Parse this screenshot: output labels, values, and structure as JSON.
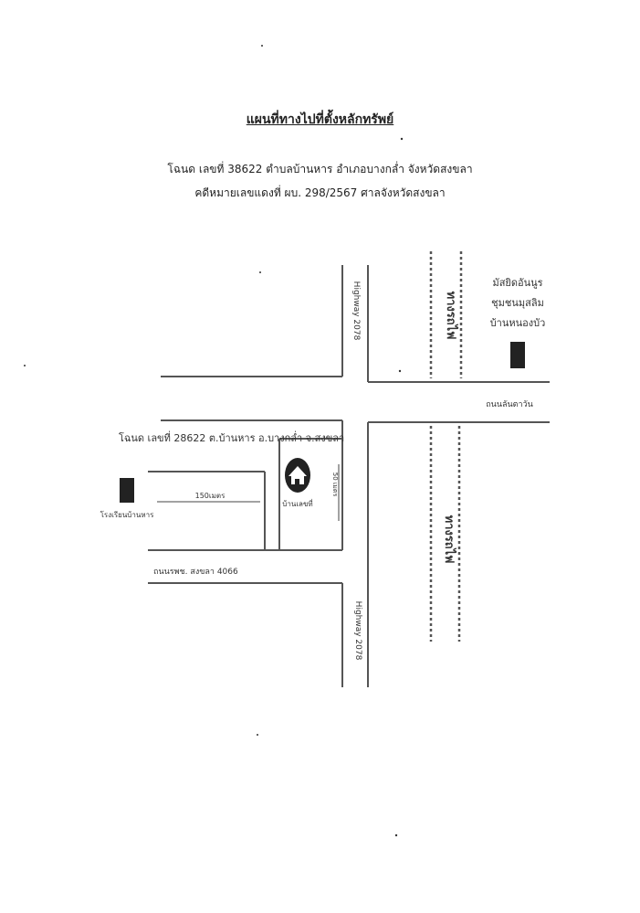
{
  "document": {
    "title": "แผนที่ทางไปที่ตั้งหลักทรัพย์",
    "deed_line": "โฉนด เลขที่  38622  ตำบลบ้านหาร อำเภอบางกล่ำ จังหวัดสงขลา",
    "case_line": "คดีหมายเลขแดงที่ ผบ. 298/2567   ศาลจังหวัดสงขลา"
  },
  "map": {
    "highway_label_top": "Highway 2078",
    "highway_label_bottom": "Highway 2078",
    "railway_label_top": "ทางรถไฟ",
    "railway_label_bottom": "ทางรถไฟ",
    "landmark_top_right": [
      "มัสยิดอันนูร",
      "ชุมชนมุสลิม",
      "บ้านหนองบัว"
    ],
    "main_road_label": "ถนนลันตาวัน",
    "plot_label": "โฉนด เลขที่  28622  ต.บ้านหาร อ.บางกล่ำ จ.สงขลา",
    "school_label": "โรงเรียนบ้านหาร",
    "distance_horizontal": "150เมตร",
    "distance_vertical": "50 เมตร",
    "house_label": "บ้านเลขที่",
    "lower_road_label": "ถนนรพช. สงขลา 4066"
  }
}
